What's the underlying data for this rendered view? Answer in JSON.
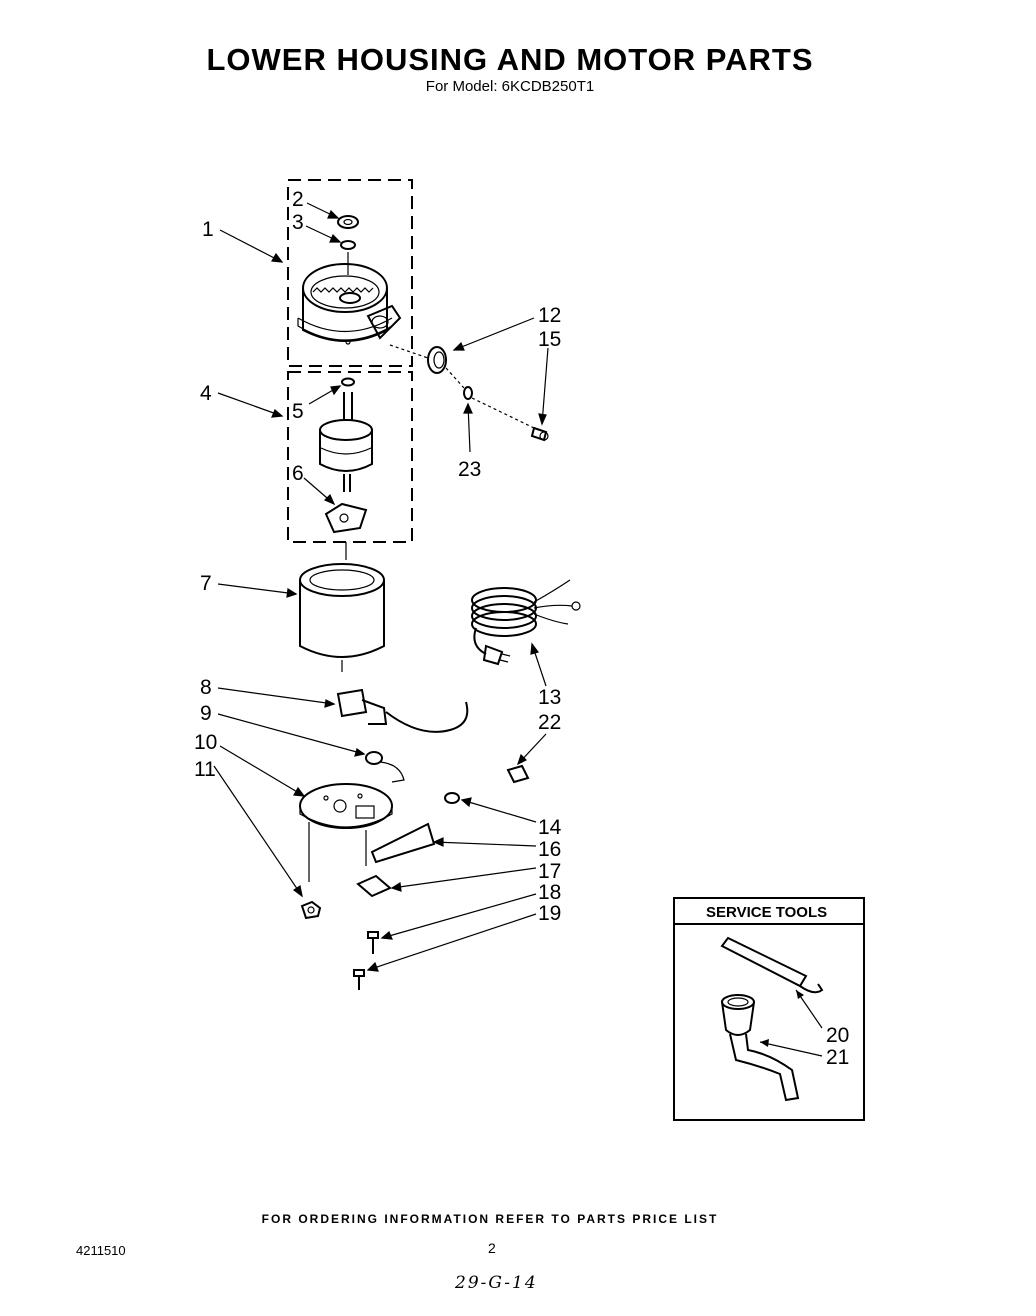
{
  "title": "LOWER HOUSING AND MOTOR PARTS",
  "subtitle": "For Model: 6KCDB250T1",
  "callouts": [
    "1",
    "2",
    "3",
    "4",
    "5",
    "6",
    "7",
    "8",
    "9",
    "10",
    "11",
    "12",
    "13",
    "14",
    "15",
    "16",
    "17",
    "18",
    "19",
    "20",
    "21",
    "22",
    "23"
  ],
  "service_tools": {
    "title": "SERVICE TOOLS"
  },
  "footer": "FOR ORDERING INFORMATION REFER TO PARTS PRICE LIST",
  "doc_number": "4211510",
  "page_number": "2",
  "handwritten_date": "29-G-14"
}
